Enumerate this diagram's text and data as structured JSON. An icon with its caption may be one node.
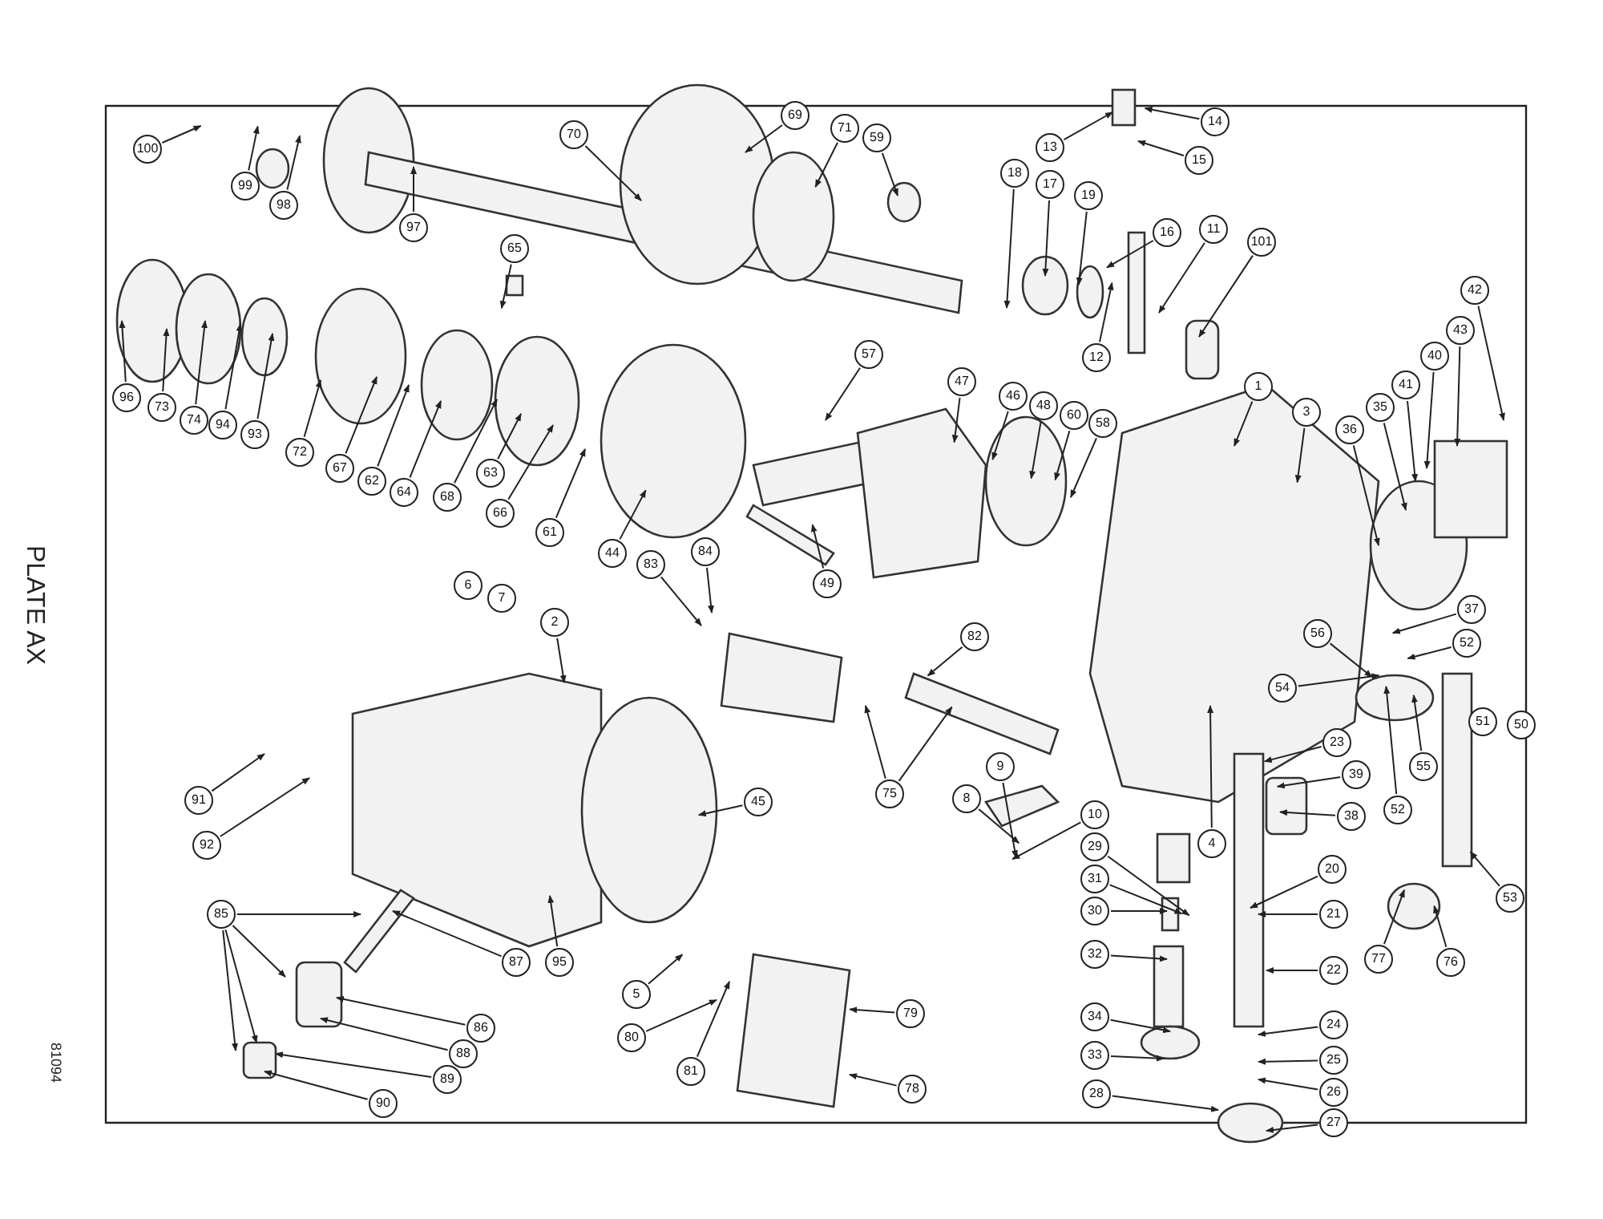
{
  "diagram": {
    "nodes": [
      {
        "text": [
          "100"
        ]
      },
      {
        "text": [
          "99"
        ]
      },
      {
        "text": [
          "98"
        ]
      },
      {
        "text": [
          "97"
        ]
      },
      {
        "text": [
          "70"
        ]
      },
      {
        "text": [
          "69"
        ]
      },
      {
        "text": [
          "71"
        ]
      },
      {
        "text": [
          "59"
        ]
      },
      {
        "text": [
          "13"
        ]
      },
      {
        "text": [
          "14"
        ]
      },
      {
        "text": [
          "15"
        ]
      },
      {
        "text": [
          "18"
        ]
      },
      {
        "text": [
          "17"
        ]
      },
      {
        "text": [
          "19"
        ]
      },
      {
        "text": [
          "16"
        ]
      },
      {
        "text": [
          "11"
        ]
      },
      {
        "text": [
          "101"
        ]
      },
      {
        "text": [
          "65"
        ]
      },
      {
        "text": [
          "42"
        ]
      },
      {
        "text": [
          "43"
        ]
      },
      {
        "text": [
          "12"
        ]
      },
      {
        "text": [
          "57"
        ]
      },
      {
        "text": [
          "40"
        ]
      },
      {
        "text": [
          "47"
        ]
      },
      {
        "text": [
          "1"
        ]
      },
      {
        "text": [
          "41"
        ]
      },
      {
        "text": [
          "96"
        ]
      },
      {
        "text": [
          "46"
        ]
      },
      {
        "text": [
          "73"
        ]
      },
      {
        "text": [
          "48"
        ]
      },
      {
        "text": [
          "35"
        ]
      },
      {
        "text": [
          "3"
        ]
      },
      {
        "text": [
          "60"
        ]
      },
      {
        "text": [
          "74"
        ]
      },
      {
        "text": [
          "58"
        ]
      },
      {
        "text": [
          "94"
        ]
      },
      {
        "text": [
          "36"
        ]
      },
      {
        "text": [
          "93"
        ]
      },
      {
        "text": [
          "72"
        ]
      },
      {
        "text": [
          "67"
        ]
      },
      {
        "text": [
          "63"
        ]
      },
      {
        "text": [
          "62"
        ]
      },
      {
        "text": [
          "64"
        ]
      },
      {
        "text": [
          "68"
        ]
      },
      {
        "text": [
          "66"
        ]
      },
      {
        "text": [
          "61"
        ]
      },
      {
        "text": [
          "44"
        ]
      },
      {
        "text": [
          "84"
        ]
      },
      {
        "text": [
          "83"
        ]
      },
      {
        "text": [
          "49"
        ]
      },
      {
        "text": [
          "6"
        ]
      },
      {
        "text": [
          "7"
        ]
      },
      {
        "text": [
          "37"
        ]
      },
      {
        "text": [
          "2"
        ]
      },
      {
        "text": [
          "56"
        ]
      },
      {
        "text": [
          "82"
        ]
      },
      {
        "text": [
          "52"
        ]
      },
      {
        "text": [
          "54"
        ]
      },
      {
        "text": [
          "51"
        ]
      },
      {
        "text": [
          "50"
        ]
      },
      {
        "text": [
          "23"
        ]
      },
      {
        "text": [
          "9"
        ]
      },
      {
        "text": [
          "39"
        ]
      },
      {
        "text": [
          "55"
        ]
      },
      {
        "text": [
          "52"
        ]
      },
      {
        "text": [
          "75"
        ]
      },
      {
        "text": [
          "8"
        ]
      },
      {
        "text": [
          "91"
        ]
      },
      {
        "text": [
          "45"
        ]
      },
      {
        "text": [
          "10"
        ]
      },
      {
        "text": [
          "38"
        ]
      },
      {
        "text": [
          "53"
        ]
      },
      {
        "text": [
          "4"
        ]
      },
      {
        "text": [
          "92"
        ]
      },
      {
        "text": [
          "29"
        ]
      },
      {
        "text": [
          "20"
        ]
      },
      {
        "text": [
          "31"
        ]
      },
      {
        "text": [
          "77"
        ]
      },
      {
        "text": [
          "76"
        ]
      },
      {
        "text": [
          "30"
        ]
      },
      {
        "text": [
          "21"
        ]
      },
      {
        "text": [
          "85"
        ]
      },
      {
        "text": [
          "32"
        ]
      },
      {
        "text": [
          "87"
        ]
      },
      {
        "text": [
          "95"
        ]
      },
      {
        "text": [
          "22"
        ]
      },
      {
        "text": [
          "5"
        ]
      },
      {
        "text": [
          "79"
        ]
      },
      {
        "text": [
          "34"
        ]
      },
      {
        "text": [
          "24"
        ]
      },
      {
        "text": [
          "86"
        ]
      },
      {
        "text": [
          "80"
        ]
      },
      {
        "text": [
          "88"
        ]
      },
      {
        "text": [
          "33"
        ]
      },
      {
        "text": [
          "25"
        ]
      },
      {
        "text": [
          "81"
        ]
      },
      {
        "text": [
          "89"
        ]
      },
      {
        "text": [
          "78"
        ]
      },
      {
        "text": [
          "26"
        ]
      },
      {
        "text": [
          "28"
        ]
      },
      {
        "text": [
          "90"
        ]
      },
      {
        "text": [
          "27"
        ]
      }
    ],
    "edges": [
      {
        "from": 0,
        "to": null,
        "arrow": "to"
      },
      {
        "from": 1,
        "to": null,
        "arrow": "to"
      },
      {
        "from": 2,
        "to": null,
        "arrow": "to"
      },
      {
        "from": 3,
        "to": null,
        "arrow": "to"
      },
      {
        "from": 4,
        "to": null,
        "arrow": "to"
      },
      {
        "from": 5,
        "to": null,
        "arrow": "to"
      },
      {
        "from": 6,
        "to": null,
        "arrow": "to"
      },
      {
        "from": 7,
        "to": null,
        "arrow": "to"
      },
      {
        "from": 8,
        "to": null,
        "arrow": "to"
      },
      {
        "from": 9,
        "to": null,
        "arrow": "to"
      },
      {
        "from": 10,
        "to": null,
        "arrow": "to"
      },
      {
        "from": 11,
        "to": null,
        "arrow": "to"
      },
      {
        "from": 12,
        "to": null,
        "arrow": "to"
      },
      {
        "from": 13,
        "to": null,
        "arrow": "to"
      },
      {
        "from": 14,
        "to": null,
        "arrow": "to"
      },
      {
        "from": 15,
        "to": null,
        "arrow": "to"
      },
      {
        "from": 16,
        "to": null,
        "arrow": "to"
      },
      {
        "from": 17,
        "to": null,
        "arrow": "to"
      },
      {
        "from": 18,
        "to": null,
        "arrow": "to"
      },
      {
        "from": 19,
        "to": null,
        "arrow": "to"
      },
      {
        "from": 20,
        "to": null,
        "arrow": "to"
      },
      {
        "from": 21,
        "to": null,
        "arrow": "to"
      },
      {
        "from": 22,
        "to": null,
        "arrow": "to"
      },
      {
        "from": 23,
        "to": null,
        "arrow": "to"
      },
      {
        "from": 24,
        "to": null,
        "arrow": "to"
      },
      {
        "from": 25,
        "to": null,
        "arrow": "to"
      },
      {
        "from": 26,
        "to": null,
        "arrow": "to"
      },
      {
        "from": 27,
        "to": null,
        "arrow": "to"
      },
      {
        "from": 28,
        "to": null,
        "arrow": "to"
      },
      {
        "from": 29,
        "to": null,
        "arrow": "to"
      },
      {
        "from": 30,
        "to": null,
        "arrow": "to"
      },
      {
        "from": 31,
        "to": null,
        "arrow": "to"
      },
      {
        "from": 32,
        "to": null,
        "arrow": "to"
      },
      {
        "from": 33,
        "to": null,
        "arrow": "to"
      },
      {
        "from": 34,
        "to": null,
        "arrow": "to"
      },
      {
        "from": 35,
        "to": null,
        "arrow": "to"
      },
      {
        "from": 36,
        "to": null,
        "arrow": "to"
      },
      {
        "from": 37,
        "to": null,
        "arrow": "to"
      },
      {
        "from": 38,
        "to": null,
        "arrow": "to"
      },
      {
        "from": 39,
        "to": null,
        "arrow": "to"
      },
      {
        "from": 40,
        "to": null,
        "arrow": "to"
      },
      {
        "from": 41,
        "to": null,
        "arrow": "to"
      },
      {
        "from": 42,
        "to": null,
        "arrow": "to"
      },
      {
        "from": 43,
        "to": null,
        "arrow": "to"
      },
      {
        "from": 44,
        "to": null,
        "arrow": "to"
      },
      {
        "from": 45,
        "to": null,
        "arrow": "to"
      },
      {
        "from": 46,
        "to": null,
        "arrow": "to"
      },
      {
        "from": 47,
        "to": null,
        "arrow": "to"
      },
      {
        "from": 48,
        "to": null,
        "arrow": "to"
      },
      {
        "from": 49,
        "to": null,
        "arrow": "to"
      },
      {
        "from": 52,
        "to": null,
        "arrow": "to"
      },
      {
        "from": 53,
        "to": null,
        "arrow": "to"
      },
      {
        "from": 54,
        "to": null,
        "arrow": "to"
      },
      {
        "from": 55,
        "to": null,
        "arrow": "to"
      },
      {
        "from": 56,
        "to": null,
        "arrow": "to"
      },
      {
        "from": 57,
        "to": null,
        "arrow": "to"
      },
      {
        "from": 60,
        "to": null,
        "arrow": "to"
      },
      {
        "from": 61,
        "to": null,
        "arrow": "to"
      },
      {
        "from": 62,
        "to": null,
        "arrow": "to"
      },
      {
        "from": 63,
        "to": null,
        "arrow": "to"
      },
      {
        "from": 64,
        "to": null,
        "arrow": "to"
      },
      {
        "from": 65,
        "to": null,
        "arrow": "to"
      },
      {
        "from": 65,
        "to": null,
        "arrow": "to"
      },
      {
        "from": 66,
        "to": null,
        "arrow": "to"
      },
      {
        "from": 67,
        "to": null,
        "arrow": "to"
      },
      {
        "from": 68,
        "to": null,
        "arrow": "to"
      },
      {
        "from": 69,
        "to": null,
        "arrow": "to"
      },
      {
        "from": 70,
        "to": null,
        "arrow": "to"
      },
      {
        "from": 71,
        "to": null,
        "arrow": "to"
      },
      {
        "from": 72,
        "to": null,
        "arrow": "to"
      },
      {
        "from": 73,
        "to": null,
        "arrow": "to"
      },
      {
        "from": 74,
        "to": null,
        "arrow": "to"
      },
      {
        "from": 75,
        "to": null,
        "arrow": "to"
      },
      {
        "from": 76,
        "to": null,
        "arrow": "to"
      },
      {
        "from": 77,
        "to": null,
        "arrow": "to"
      },
      {
        "from": 78,
        "to": null,
        "arrow": "to"
      },
      {
        "from": 79,
        "to": null,
        "arrow": "to"
      },
      {
        "from": 80,
        "to": null,
        "arrow": "to"
      },
      {
        "from": 81,
        "to": null,
        "arrow": "to"
      },
      {
        "from": 81,
        "to": null,
        "arrow": "to"
      },
      {
        "from": 81,
        "to": null,
        "arrow": "to"
      },
      {
        "from": 81,
        "to": null,
        "arrow": "to"
      },
      {
        "from": 82,
        "to": null,
        "arrow": "to"
      },
      {
        "from": 83,
        "to": null,
        "arrow": "to"
      },
      {
        "from": 84,
        "to": null,
        "arrow": "to"
      },
      {
        "from": 85,
        "to": null,
        "arrow": "to"
      },
      {
        "from": 86,
        "to": null,
        "arrow": "to"
      },
      {
        "from": 87,
        "to": null,
        "arrow": "to"
      },
      {
        "from": 88,
        "to": null,
        "arrow": "to"
      },
      {
        "from": 89,
        "to": null,
        "arrow": "to"
      },
      {
        "from": 90,
        "to": null,
        "arrow": "to"
      },
      {
        "from": 91,
        "to": null,
        "arrow": "to"
      },
      {
        "from": 92,
        "to": null,
        "arrow": "to"
      },
      {
        "from": 93,
        "to": null,
        "arrow": "to"
      },
      {
        "from": 94,
        "to": null,
        "arrow": "to"
      },
      {
        "from": 95,
        "to": null,
        "arrow": "to"
      },
      {
        "from": 96,
        "to": null,
        "arrow": "to"
      },
      {
        "from": 97,
        "to": null,
        "arrow": "to"
      },
      {
        "from": 98,
        "to": null,
        "arrow": "to"
      },
      {
        "from": 99,
        "to": null,
        "arrow": "to"
      },
      {
        "from": 100,
        "to": null,
        "arrow": "to"
      },
      {
        "from": 101,
        "to": null,
        "arrow": "to"
      }
    ],
    "labels": [
      "PLATE AX",
      "81094"
    ]
  }
}
